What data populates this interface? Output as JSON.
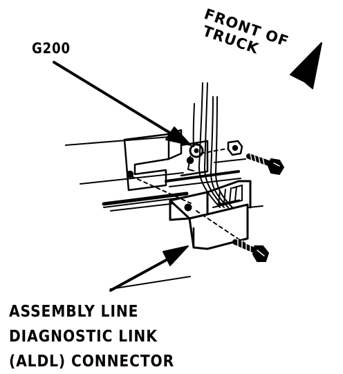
{
  "labels": {
    "ground": "G200",
    "front_line1": "FRONT OF",
    "front_line2": "TRUCK",
    "connector_line1": "ASSEMBLY LINE",
    "connector_line2": "DIAGNOSTIC LINK",
    "connector_line3": "(ALDL) CONNECTOR"
  },
  "colors": {
    "ink": "#000000",
    "paper": "#ffffff"
  }
}
